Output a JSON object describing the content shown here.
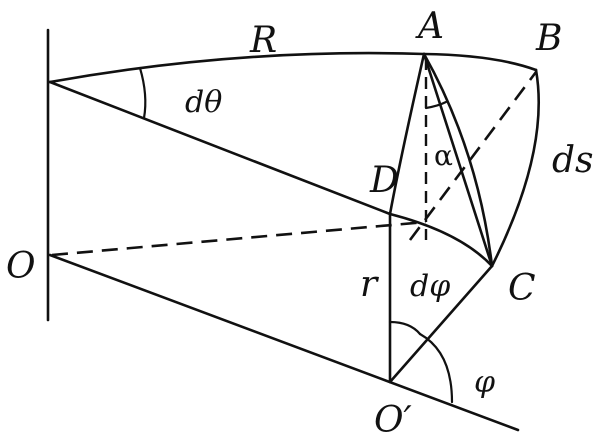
{
  "labels": {
    "R": "R",
    "A": "A",
    "B": "B",
    "D": "D",
    "O": "O",
    "C": "C",
    "O_prime": "O′",
    "r": "r",
    "d_theta": "dθ",
    "alpha": "α",
    "ds": "ds",
    "d_phi": "dφ",
    "phi": "φ"
  }
}
